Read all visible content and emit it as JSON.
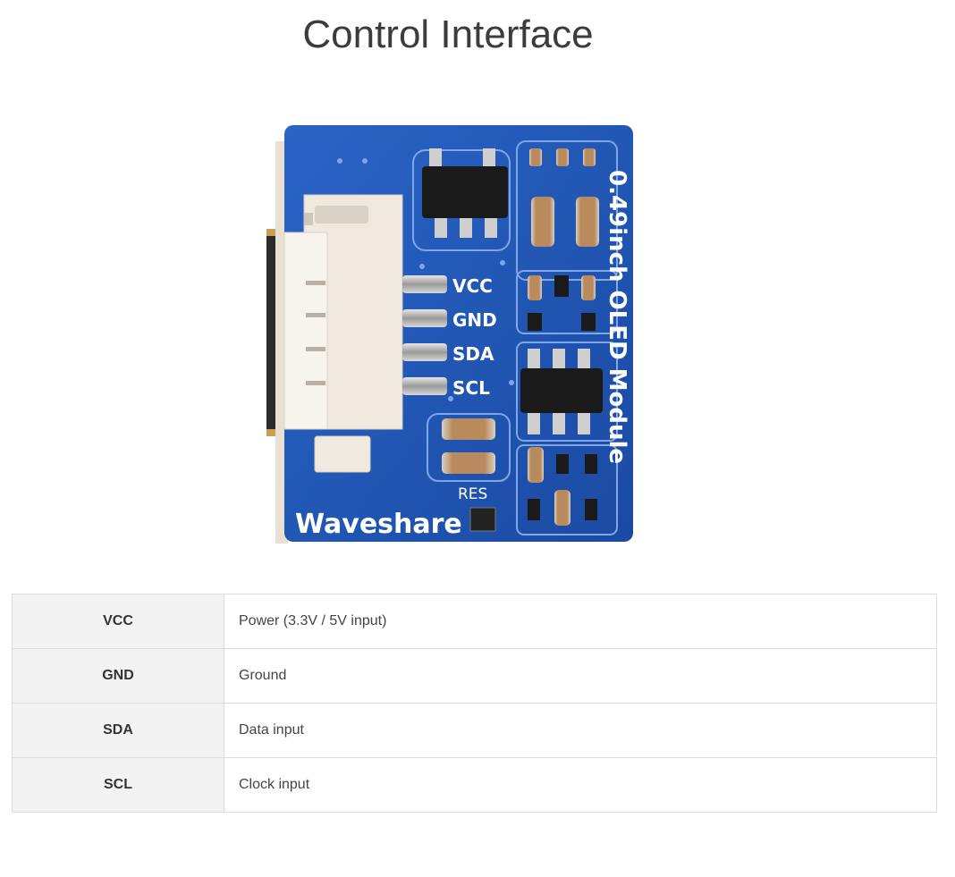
{
  "page": {
    "title": "Control Interface"
  },
  "board": {
    "brand": "Waveshare",
    "model_label": "0.49inch OLED Module",
    "reset_label": "RES",
    "pin_labels": [
      "VCC",
      "GND",
      "SDA",
      "SCL"
    ],
    "colors": {
      "pcb": "#1f56b5",
      "silk": "#ffffff",
      "connector": "#f2ede6"
    }
  },
  "pin_table": {
    "rows": [
      {
        "pin": "VCC",
        "description": "Power (3.3V / 5V input)"
      },
      {
        "pin": "GND",
        "description": "Ground"
      },
      {
        "pin": "SDA",
        "description": "Data input"
      },
      {
        "pin": "SCL",
        "description": "Clock input"
      }
    ]
  }
}
